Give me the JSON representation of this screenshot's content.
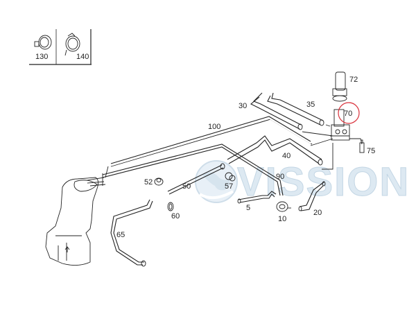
{
  "legend": {
    "items": [
      {
        "label": "130",
        "icon": "hose-clamp-icon"
      },
      {
        "label": "140",
        "icon": "spring-clamp-icon"
      }
    ]
  },
  "parts": {
    "p5": "5",
    "p10": "10",
    "p20": "20",
    "p30": "30",
    "p35": "35",
    "p40": "40",
    "p50": "50",
    "p52": "52",
    "p57": "57",
    "p60": "60",
    "p65": "65",
    "p70": "70",
    "p72": "72",
    "p75": "75",
    "p90": "90",
    "p100": "100"
  },
  "highlight": {
    "part": "70",
    "color": "#d9303a"
  },
  "watermark": {
    "text": "VISSION",
    "color": "#d8e6f0"
  }
}
